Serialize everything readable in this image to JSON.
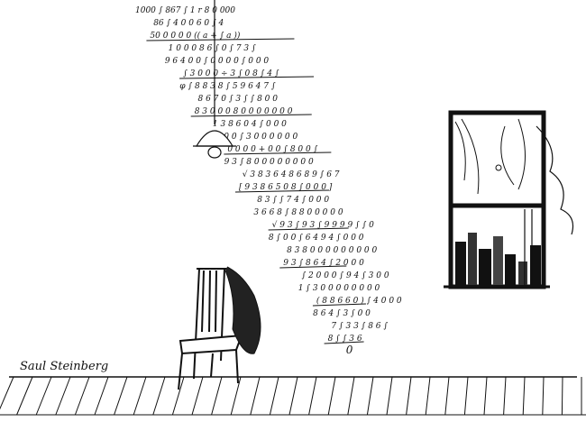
{
  "colors": {
    "paper": "#ffffff",
    "ink": "#111111"
  },
  "signature": "Saul Steinberg",
  "equations": [
    "1000 ∫ 867 ∫ 1 r 8 0 000",
    "86 ∫ 4 0 0 6 0 ∫ 4",
    "50 0 0 0 0  (( a + ∫ a ))",
    "1 0 0 0 8 6 ∫ 0 ∫ 7 3 ∫",
    "9 6 4 0 0 ∫ 0 0 0 0 ∫ 0 0 0",
    "∫ 3 0 0 0 ÷ 3 ∫ 0 8 ∫ 4 ∫",
    "φ ∫ 8 8 3 8 ∫ 5 9 6 4 7 ∫",
    "8 6 7 0 ∫ 3 ∫ ∫ 8 0 0",
    "8 3 0 0 0 8 0 0 0 0 0 0 0",
    "1 3 8 6 0 4 ∫ 0 0 0",
    "8 ∫ 0 0 ∫ 3 0 0 0 0 0 0",
    "0 0 0 0 + 0 0 ∫ 8 0 0 ∫",
    "9 3 ∫ 8 0 0 0 0 0 0 0 0",
    "√ 3 8 3 6 4 8 6 8 9 ∫ 6 7",
    "[ 9 3 8 6 5 0 8 ∫ 0 0 0 ]",
    "8 3 ∫ ∫ 7 4 ∫ 0 0 0",
    "3 6 6 8 ∫ 8 8 0 0 0 0 0",
    "√ 9 3 ∫ 9 3 ∫ 9 9 9 9 ∫ ∫ 0",
    "8 ∫ 0 0 ∫ 6 4 9 4 ∫ 0 0 0",
    "8 3 8 0 0 0 0 0 0 0 0 0",
    "9 3 ∫ 8 6 4 ∫ 2 0 0 0",
    "∫ 2 0 0 0 ∫ 9 4 ∫ 3 0 0",
    "1 ∫ 3 0 0 0 0 0 0 0 0",
    "( 8 8 6 6 0 )  ∫ 4 0 0 0",
    "8 6 4 ∫ 3 ∫ 0 0",
    "7 ∫ 3 3 ∫ 8 6 ∫",
    "8 ∫ ∫ 3 6",
    "0"
  ]
}
